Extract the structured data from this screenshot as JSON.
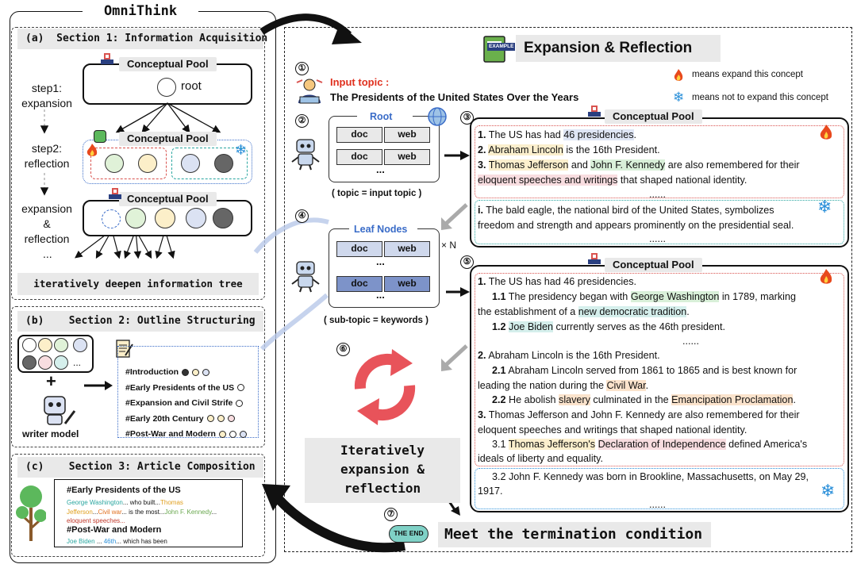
{
  "title": "OmniThink",
  "sections": {
    "a": {
      "tag": "(a)",
      "title": "Section 1: Information Acquisition"
    },
    "b": {
      "tag": "(b)",
      "title": "Section 2: Outline Structuring"
    },
    "c": {
      "tag": "(c)",
      "title": "Section 3: Article Composition"
    }
  },
  "left": {
    "pool_label": "Conceptual Pool",
    "root_label": "root",
    "step1": "step1:\nexpansion",
    "step2": "step2:\nreflection",
    "expansion_reflection": "expansion\n&\nreflection",
    "ellipsis": "...",
    "iterative": "iteratively deepen information tree",
    "writer": "writer model",
    "outline": [
      "#Introduction",
      "#Early Presidents of the US",
      "#Expansion and Civil Strife",
      "#Early 20th Century",
      "#Post-War and Modern"
    ],
    "dots_label": "...",
    "article": {
      "h1": "#Early Presidents of the US",
      "l1a": "George Washington",
      "l1b": "... who built...",
      "l1c": "Thomas",
      "l2a": "Jefferson",
      "l2b": "...",
      "l2c": "Civil war",
      "l2d": "... is the most...",
      "l2e": "John F. Kennedy",
      "l2f": "...",
      "l3": "eloquent speeches...",
      "h2": "#Post-War and Modern",
      "l4a": "Joe Biden",
      "l4b": " ... ",
      "l4c": "46th",
      "l4d": "... which has been"
    }
  },
  "right": {
    "header": "Expansion & Reflection",
    "example_badge": "EXAMPLE",
    "input_topic_label": "Input topic :",
    "input_topic": "The Presidents of the United States Over the Years",
    "legend_expand": "means expand this concept",
    "legend_not": "means not to expand this concept",
    "root_label": "Root",
    "doc": "doc",
    "web": "web",
    "more": "...",
    "topic_eq": "( topic = input topic )",
    "leaf_label": "Leaf Nodes",
    "times_n": "× N",
    "subtopic_eq": "( sub-topic = keywords )",
    "iter_text": "Iteratively\nexpansion &\nreflection",
    "the_end": "THE END",
    "terminate": "Meet the termination condition",
    "steps": [
      "①",
      "②",
      "③",
      "④",
      "⑤",
      "⑥",
      "⑦"
    ],
    "pool_label": "Conceptual Pool",
    "pool1": {
      "l1a": "1.",
      "l1b": " The US has had ",
      "l1c": "46 presidencies",
      "l2a": "2.",
      "l2b": "Abraham Lincoln",
      "l2c": " is the 16th President.",
      "l3a": "3.",
      "l3b": "Thomas Jefferson",
      "l3c": " and ",
      "l3d": "John F. Kennedy",
      "l3e": " are also remembered for their",
      "l4a": "eloquent speeches and writings",
      "l4b": " that shaped national identity.",
      "dots": "......",
      "i1a": "i.",
      "i1b": " The bald eagle, the national bird of the United States, symbolizes",
      "i2": "freedom and strength and appears prominently on the presidential seal.",
      "dots2": "......"
    },
    "pool2": {
      "l1a": "1.",
      "l1b": " The US has had 46 presidencies.",
      "l2a": "1.1",
      "l2b": " The presidency began with ",
      "l2c": "George Washington",
      "l2d": " in 1789, marking",
      "l3a": "the establishment of a ",
      "l3b": "new democratic tradition",
      "l3c": ".",
      "l4a": "1.2",
      "l4b": "Joe Biden",
      "l4c": " currently serves as the 46th president.",
      "dots": "......",
      "l5a": "2.",
      "l5b": " Abraham Lincoln is the 16th President.",
      "l6a": "2.1",
      "l6b": " Abraham Lincoln served from 1861 to 1865 and is best known for",
      "l7a": "leading the nation during the ",
      "l7b": "Civil War",
      "l7c": ".",
      "l8a": "2.2",
      "l8b": " He abolish ",
      "l8c": "slavery",
      "l8d": " culminated in the ",
      "l8e": "Emancipation Proclamation",
      "l8f": ".",
      "l9a": "3.",
      "l9b": " Thomas Jefferson and John F. Kennedy are also remembered for their",
      "l10": "eloquent speeches and writings that shaped national identity.",
      "l11a": "3.1 ",
      "l11b": "Thomas Jefferson's",
      "l11c": " ",
      "l11d": "Declaration of Independence",
      "l11e": " defined America's",
      "l12": "ideals of liberty and equality.",
      "l13": "3.2 John F. Kennedy was born in Brookline, Massachusetts, on May 29,",
      "l14": "1917.",
      "dots2": "......"
    }
  },
  "colors": {
    "fire": "#e8491d",
    "snow": "#2a8fd9",
    "red_dash": "#d9534f",
    "teal_dash": "#2aa6a0",
    "blue_dash": "#3a6cc8"
  }
}
